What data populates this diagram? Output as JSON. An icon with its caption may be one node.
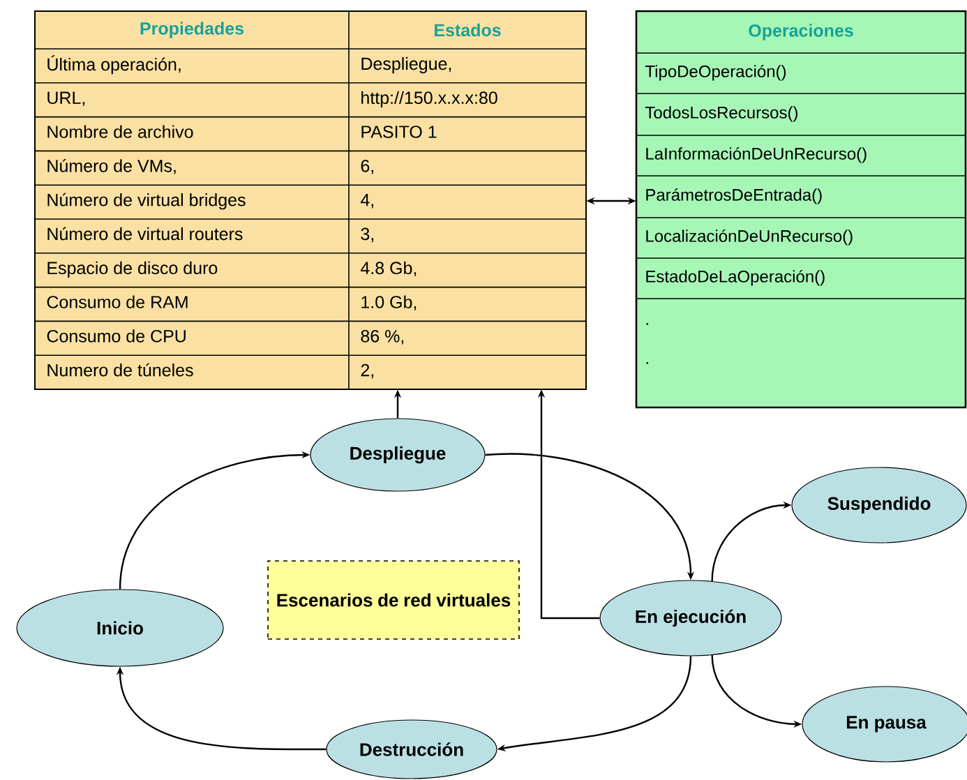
{
  "diagram": {
    "nodes": [
      {
        "text": [
          "Propiedades",
          "Estados",
          "Última operación,",
          "Despliegue,",
          "URL,",
          "http://150.x.x.x:80",
          "Nombre de archivo",
          "PASITO 1",
          "Número de VMs,",
          "6,",
          "Número de virtual bridges",
          "4,",
          "Número de virtual routers",
          "3,",
          "Espacio de disco duro",
          "4.8 Gb,",
          "Consumo de RAM",
          "1.0 Gb,",
          "Consumo de CPU",
          "86 %,",
          "Numero de túneles",
          "2,"
        ]
      },
      {
        "text": [
          "Operaciones",
          "TipoDeOperación()",
          "TodosLosRecursos()",
          "LaInformaciónDeUnRecurso()",
          "ParámetrosDeEntrada()",
          "LocalizaciónDeUnRecurso()",
          "EstadoDeLaOperación()",
          ".",
          "."
        ]
      },
      {
        "text": [
          "Despliegue"
        ]
      },
      {
        "text": [
          "Suspendido"
        ]
      },
      {
        "text": [
          "Escenarios de red virtuales"
        ]
      },
      {
        "text": [
          "Inicio"
        ]
      },
      {
        "text": [
          "En ejecución"
        ]
      },
      {
        "text": [
          "En pausa"
        ]
      },
      {
        "text": [
          "Destrucción"
        ]
      }
    ],
    "edges": [
      {
        "from": 0,
        "to": 1,
        "arrow": "both"
      },
      {
        "from": 2,
        "to": 0,
        "arrow": "to"
      },
      {
        "from": 6,
        "to": 0,
        "arrow": "to"
      },
      {
        "from": 5,
        "to": 2,
        "arrow": "to"
      },
      {
        "from": 2,
        "to": 6,
        "arrow": "to"
      },
      {
        "from": 6,
        "to": 3,
        "arrow": "to"
      },
      {
        "from": 6,
        "to": 7,
        "arrow": "to"
      },
      {
        "from": 6,
        "to": 8,
        "arrow": "to"
      },
      {
        "from": 8,
        "to": 5,
        "arrow": "to"
      }
    ]
  }
}
